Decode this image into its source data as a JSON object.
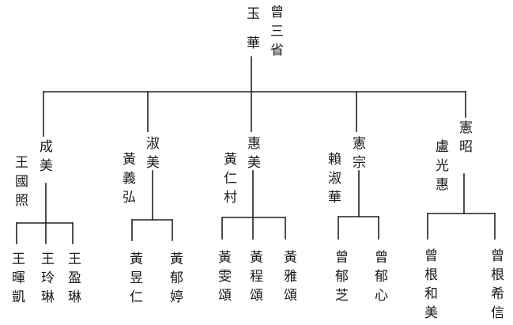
{
  "couple": {
    "husband": "曾三省",
    "wife": "玉華"
  },
  "children": [
    {
      "name": "成美",
      "spouse": "王國照",
      "kids": [
        "王暉凱",
        "王玲琳",
        "王盈琳"
      ]
    },
    {
      "name": "淑美",
      "spouse": "黃義弘",
      "kids": [
        "黃昱仁",
        "黃郁婷"
      ]
    },
    {
      "name": "惠美",
      "spouse": "黃仁村",
      "kids": [
        "黃雯頌",
        "黃程頌",
        "黃雅頌"
      ]
    },
    {
      "name": "憲宗",
      "spouse": "賴淑華",
      "kids": [
        "曾郁芝",
        "曾郁心"
      ]
    },
    {
      "name": "憲昭",
      "spouse": "盧光惠",
      "kids": [
        "曾根和美",
        "曾根希信"
      ]
    }
  ]
}
